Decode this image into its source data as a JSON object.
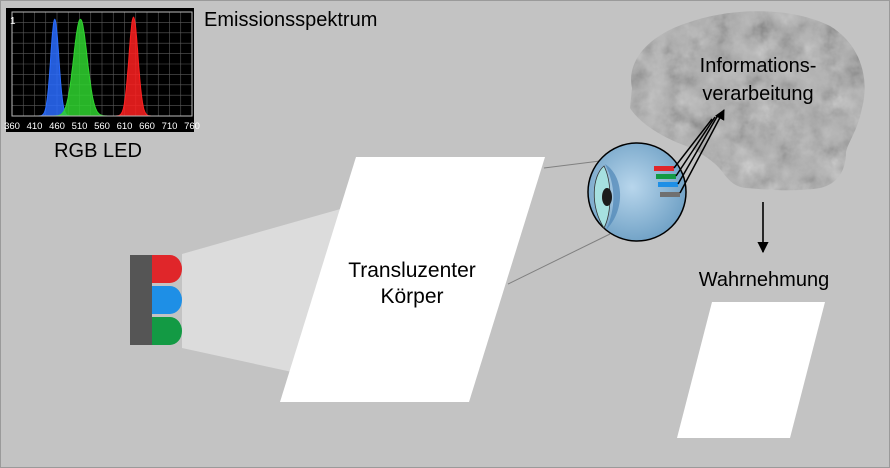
{
  "spectrum": {
    "title": "Emissionsspektrum",
    "caption": "RGB LED",
    "y_max_label": "1",
    "x_ticks": [
      "360",
      "410",
      "460",
      "510",
      "560",
      "610",
      "660",
      "710",
      "760"
    ],
    "x_range": [
      360,
      760
    ],
    "peaks": [
      {
        "color": "#2a6cff",
        "center": 455,
        "width": 9,
        "height": 0.93
      },
      {
        "color": "#2fd42f",
        "center": 512,
        "width": 15,
        "height": 0.93
      },
      {
        "color": "#ff2020",
        "center": 630,
        "width": 10,
        "height": 0.95
      }
    ],
    "grid": true
  },
  "led": {
    "colors": {
      "red": "#e0262a",
      "blue": "#1e8fe6",
      "green": "#139a44",
      "body": "#555555"
    }
  },
  "translucent_body": {
    "line1": "Transluzenter",
    "line2": "Körper"
  },
  "eye": {
    "receptor_colors": [
      "#e0262a",
      "#139a44",
      "#1e8fe6",
      "#707070"
    ]
  },
  "brain": {
    "line1": "Informations-",
    "line2": "verarbeitung"
  },
  "perception": {
    "label": "Wahrnehmung"
  },
  "colors": {
    "background": "#c3c3c3",
    "beam": "#dcdcdc",
    "plot_bg": "#000000"
  }
}
